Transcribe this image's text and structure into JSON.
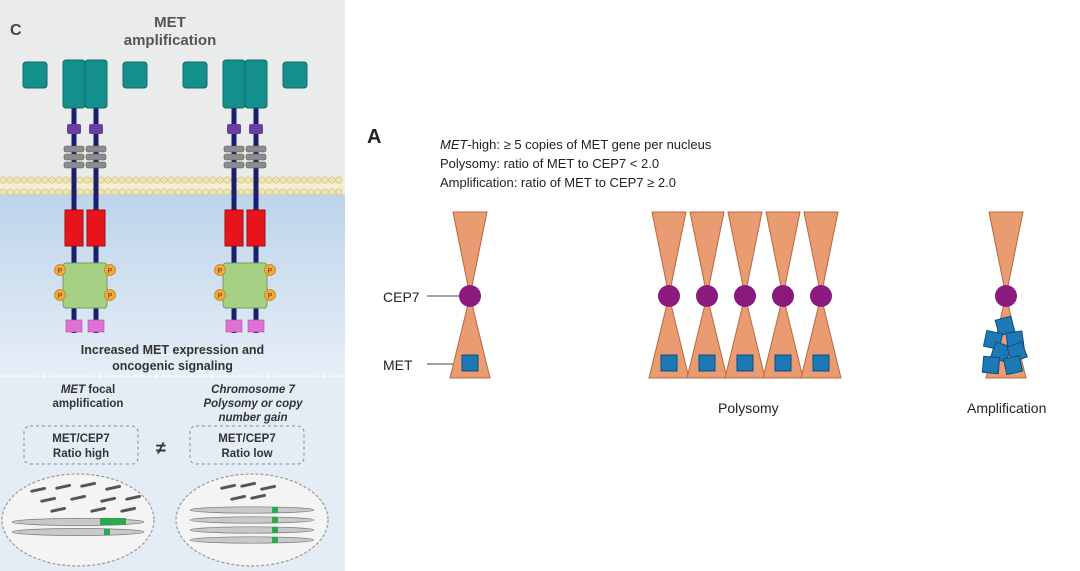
{
  "left_panel": {
    "panel_letter": "C",
    "title_line1": "MET",
    "title_line2": "amplification",
    "phospho_label": "P",
    "expression_line1": "Increased MET expression and",
    "expression_line2": "oncogenic signaling",
    "focal_caption": {
      "prefix": "MET",
      "rest_line1": " focal",
      "line2": "amplification"
    },
    "polysomy_caption": {
      "line1": "Chromosome 7",
      "line2": "Polysomy or copy",
      "line3": "number gain"
    },
    "ratio_high": {
      "line1": "MET/CEP7",
      "line2": "Ratio high"
    },
    "ratio_low": {
      "line1": "MET/CEP7",
      "line2": "Ratio low"
    },
    "not_equal": "≠",
    "colors": {
      "extracellular": "#eaebeb",
      "intracellular": "#bcd3ea",
      "membrane": "#efe4b4",
      "sema_domain": "#138f8c",
      "psi_domain": "#6b3fa0",
      "ipt_domain": "#8c8c8c",
      "kinase_domain": "#e8131b",
      "docking_domain": "#a6d185",
      "phospho": "#f3a83b",
      "tail": "#e070d2",
      "stalk": "#1b1f6b",
      "chromosome_green": "#2ea84f"
    }
  },
  "right_panel": {
    "panel_letter": "A",
    "definition": {
      "met_prefix": "MET",
      "met_rest": "-high: ≥ 5 copies of MET gene per nucleus",
      "polysomy": "Polysomy: ratio of MET to CEP7 < 2.0",
      "amplification": "Amplification: ratio of MET to CEP7 ≥ 2.0"
    },
    "label_cep7": "CEP7",
    "label_met": "MET",
    "label_polysomy": "Polysomy",
    "label_amplification": "Amplification",
    "groups": {
      "normal_chromosomes": 1,
      "polysomy_chromosomes": 5,
      "amplification_met_copies": 7
    },
    "colors": {
      "chromosome": "#e99b72",
      "centromere": "#8b1a7e",
      "met_gene": "#1d78b6"
    }
  }
}
